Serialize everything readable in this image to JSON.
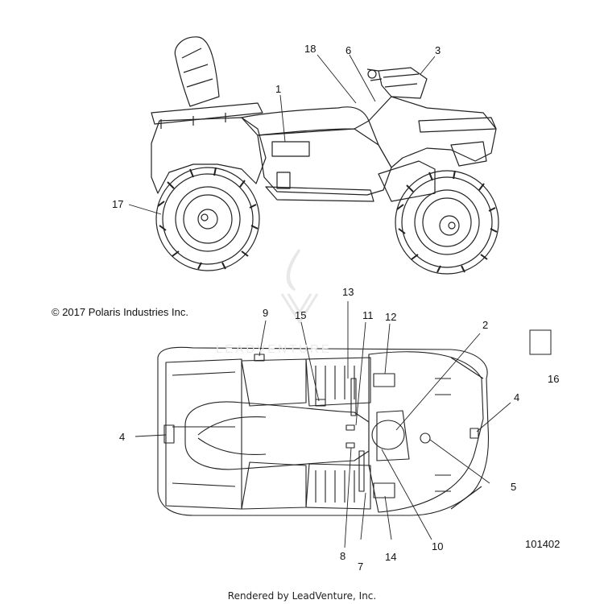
{
  "copyright": "© 2017 Polaris Industries Inc.",
  "diagram_id": "101402",
  "footer": "Rendered by LeadVenture, Inc.",
  "watermark_text": "LEADVENTURE",
  "callouts": {
    "c1": "1",
    "c2": "2",
    "c3": "3",
    "c4a": "4",
    "c4b": "4",
    "c5": "5",
    "c6": "6",
    "c7": "7",
    "c8": "8",
    "c9": "9",
    "c10": "10",
    "c11": "11",
    "c12": "12",
    "c13": "13",
    "c14": "14",
    "c15": "15",
    "c16": "16",
    "c17": "17",
    "c18": "18"
  },
  "colors": {
    "line": "#222222",
    "watermark": "#e6e6e6"
  }
}
